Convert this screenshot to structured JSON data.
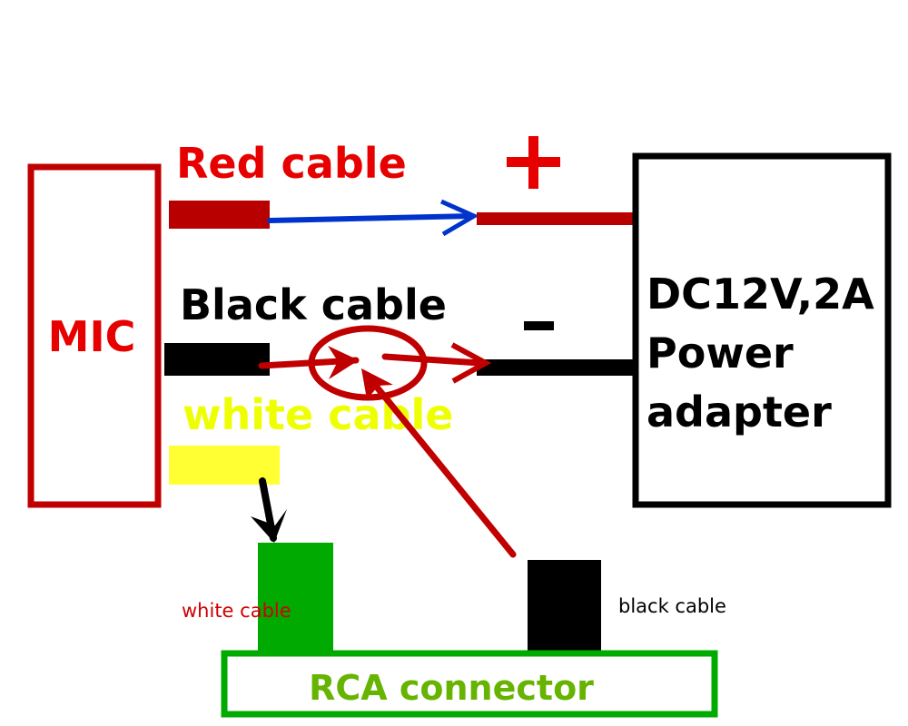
{
  "diagram": {
    "title": "MIC power and RCA wiring diagram",
    "colors": {
      "mic": "#c00000",
      "red_cable": "#b80000",
      "red_text": "#e60000",
      "black": "#000000",
      "yellow": "#ffff33",
      "yellow_text": "#eeff00",
      "blue_arrow": "#0033cc",
      "green": "#00aa00",
      "green_text": "#66b300",
      "connection_red": "#c00000"
    },
    "mic": {
      "label": "MIC"
    },
    "cables": {
      "red": {
        "label": "Red cable"
      },
      "black": {
        "label": "Black cable"
      },
      "white": {
        "label": "white cable"
      }
    },
    "polarity": {
      "positive": "+",
      "negative": "-"
    },
    "power_adapter": {
      "lines": [
        "DC12V,2A",
        "Power",
        "adapter"
      ]
    },
    "rca": {
      "label": "RCA connector",
      "white_terminal_label": "white cable",
      "black_terminal_label": "black cable"
    }
  }
}
